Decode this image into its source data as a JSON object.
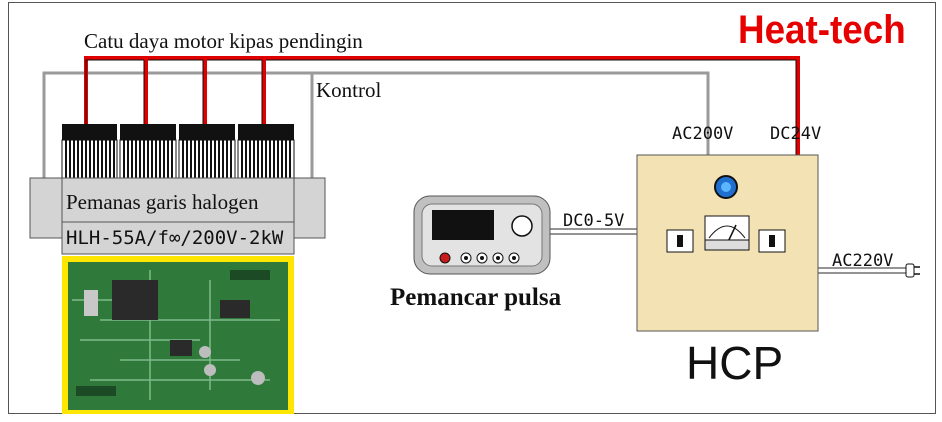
{
  "brand": {
    "logo_text": "Heat-tech",
    "color": "#e60000"
  },
  "labels": {
    "fan_power_supply": "Catu daya motor kipas pendingin",
    "control": "Kontrol",
    "ac200v": "AC200V",
    "dc24v": "DC24V",
    "dc0_5v": "DC0-5V",
    "ac220v": "AC220V"
  },
  "heater": {
    "name": "Pemanas garis halogen",
    "model": "HLH-55A/f∞/200V-2kW"
  },
  "pulse_generator": {
    "name": "Pemancar pulsa"
  },
  "controller": {
    "name": "HCP"
  },
  "colors": {
    "power_wire": "#e00000",
    "control_wire": "#9a9a9a",
    "heater_body": "#d4d4d4",
    "hcp_body": "#f3e2b3",
    "pcb_frame": "#ffe600",
    "pcb_board": "#2f7a3b"
  }
}
